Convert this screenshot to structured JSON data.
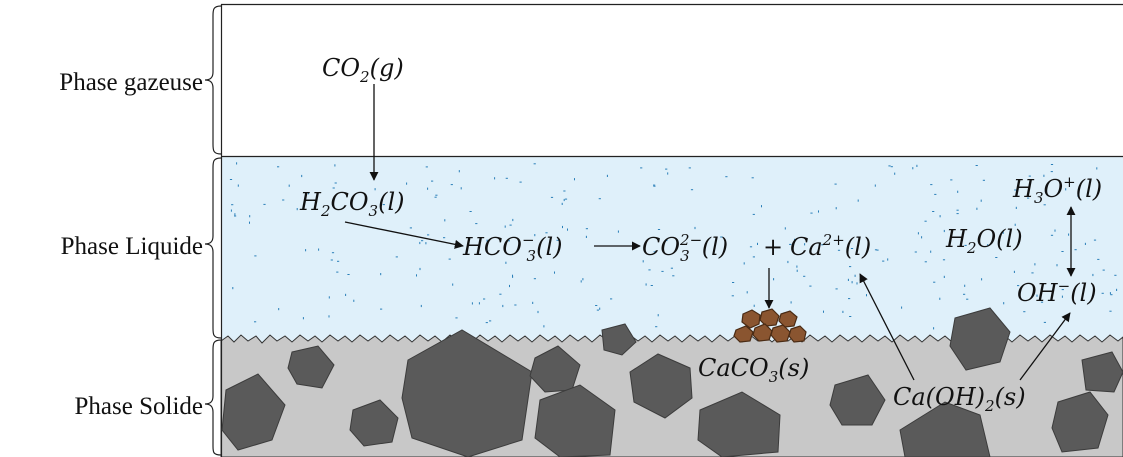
{
  "phases": {
    "gas": "Phase gazeuse",
    "liquid": "Phase Liquide",
    "solid": "Phase Solide"
  },
  "species": {
    "co2": {
      "base": "CO",
      "sub": "2",
      "tail": "(g)"
    },
    "h2co3": {
      "p1": "H",
      "s1": "2",
      "p2": "CO",
      "s2": "3",
      "tail": "(l)"
    },
    "hco3": {
      "p1": "HCO",
      "sup": "−",
      "sub": "3",
      "tail": "(l)"
    },
    "co3": {
      "p1": "CO",
      "sup": "2−",
      "sub": "3",
      "tail": "(l)"
    },
    "plus": "+",
    "ca": {
      "p1": "Ca",
      "sup": "2+",
      "tail": "(l)"
    },
    "h2o": {
      "p1": "H",
      "s1": "2",
      "p2": "O(l)"
    },
    "h3o": {
      "p1": "H",
      "s1": "3",
      "p2": "O",
      "sup": "+",
      "tail": "(l)"
    },
    "oh": {
      "p1": "OH",
      "sup": "−",
      "tail": "(l)"
    },
    "caco3": {
      "p1": "CaCO",
      "s1": "3",
      "tail": "(s)"
    },
    "caoh2": {
      "p1": "Ca(OH)",
      "s1": "2",
      "tail": "(s)"
    }
  },
  "colors": {
    "liquid": "#dff0fa",
    "solid": "#c8c8c8",
    "rock": "#5a5a5a",
    "pebble": "#8a5530",
    "speck": "#2a7fb8",
    "arrow": "#111111"
  }
}
